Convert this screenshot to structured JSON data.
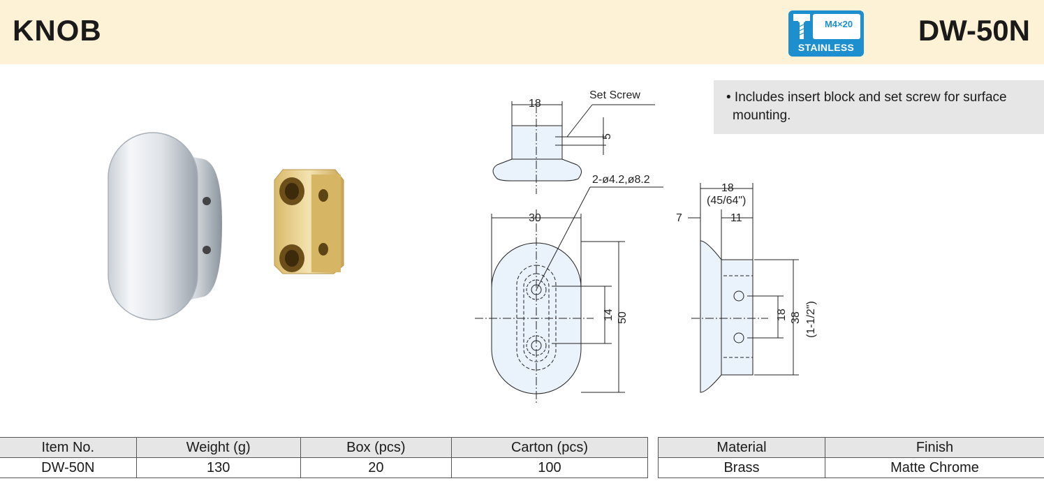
{
  "header": {
    "title": "KNOB",
    "model": "DW-50N",
    "badge": {
      "size": "M4×20",
      "label": "STAINLESS",
      "color": "#1d8fce"
    }
  },
  "note": "• Includes insert block and set screw for surface mounting.",
  "drawing": {
    "set_screw": "Set Screw",
    "hole_spec": "2-ø4.2,ø8.2",
    "top_width": "18",
    "top_height": "5",
    "front_width": "30",
    "front_hole_pitch": "14",
    "front_height": "50",
    "side_width": "18",
    "side_width_inch": "(45/64\")",
    "side_offset": "7",
    "side_depth": "11",
    "side_hole_pitch": "18",
    "side_height": "38",
    "side_height_inch": "(1-1/2\")"
  },
  "specs": {
    "headers": [
      "Item No.",
      "Weight (g)",
      "Box (pcs)",
      "Carton (pcs)"
    ],
    "rows": [
      [
        "DW-50N",
        "130",
        "20",
        "100"
      ]
    ]
  },
  "materials": {
    "headers": [
      "Material",
      "Finish"
    ],
    "rows": [
      [
        "Brass",
        "Matte Chrome"
      ]
    ]
  }
}
